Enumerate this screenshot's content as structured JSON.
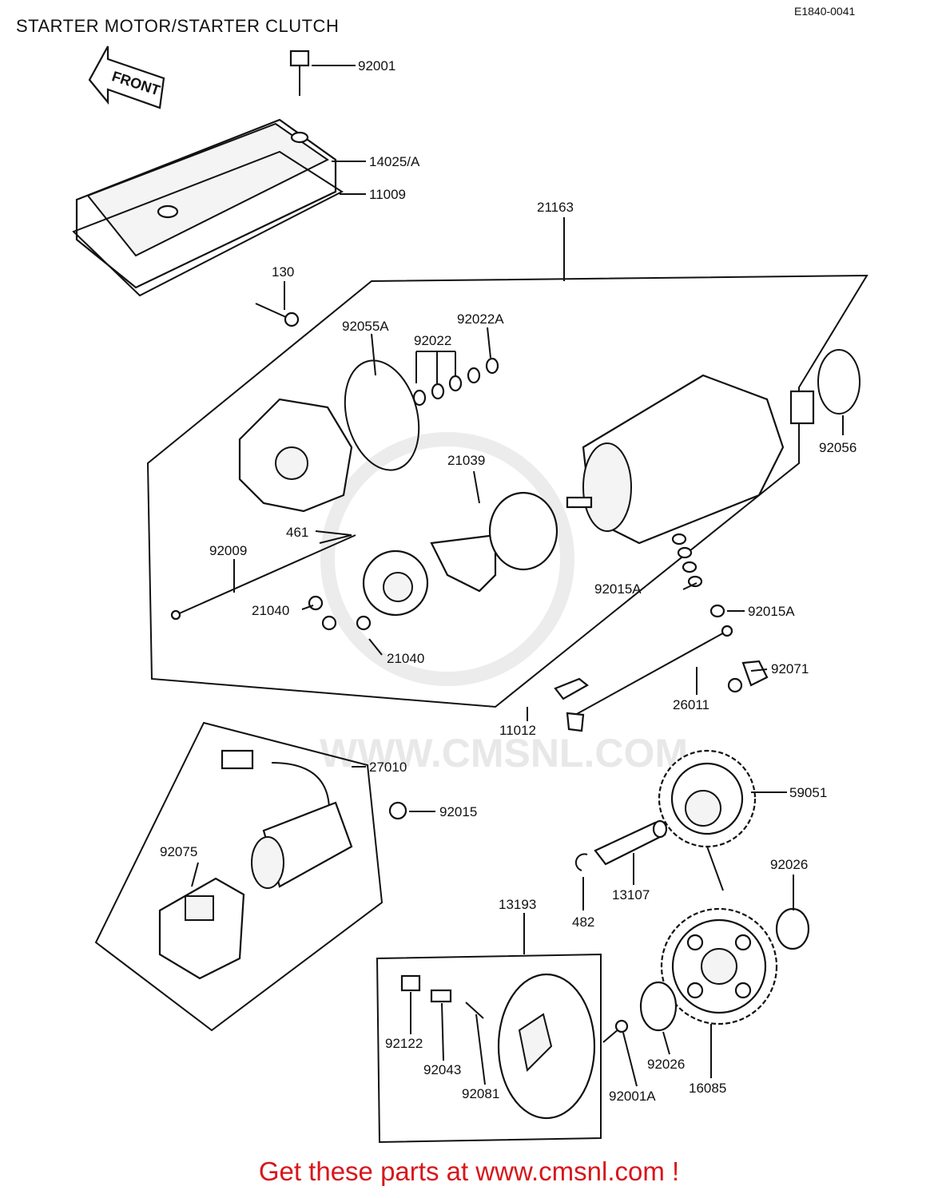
{
  "header": {
    "title": "STARTER MOTOR/STARTER CLUTCH",
    "diagram_code": "E1840-0041"
  },
  "direction_badge": "FRONT",
  "watermark": "WWW.CMSNL.COM",
  "footer": "Get these parts at www.cmsnl.com !",
  "callouts": [
    "92001",
    "14025/A",
    "11009",
    "21163",
    "130",
    "92055A",
    "92022",
    "92022A",
    "92056",
    "21039",
    "461",
    "92009",
    "92015A",
    "92015A",
    "21040",
    "21040",
    "92071",
    "26011",
    "11012",
    "27010",
    "59051",
    "92015",
    "92075",
    "13107",
    "92026",
    "482",
    "13193",
    "92122",
    "92043",
    "92081",
    "92001A",
    "92026",
    "16085"
  ]
}
